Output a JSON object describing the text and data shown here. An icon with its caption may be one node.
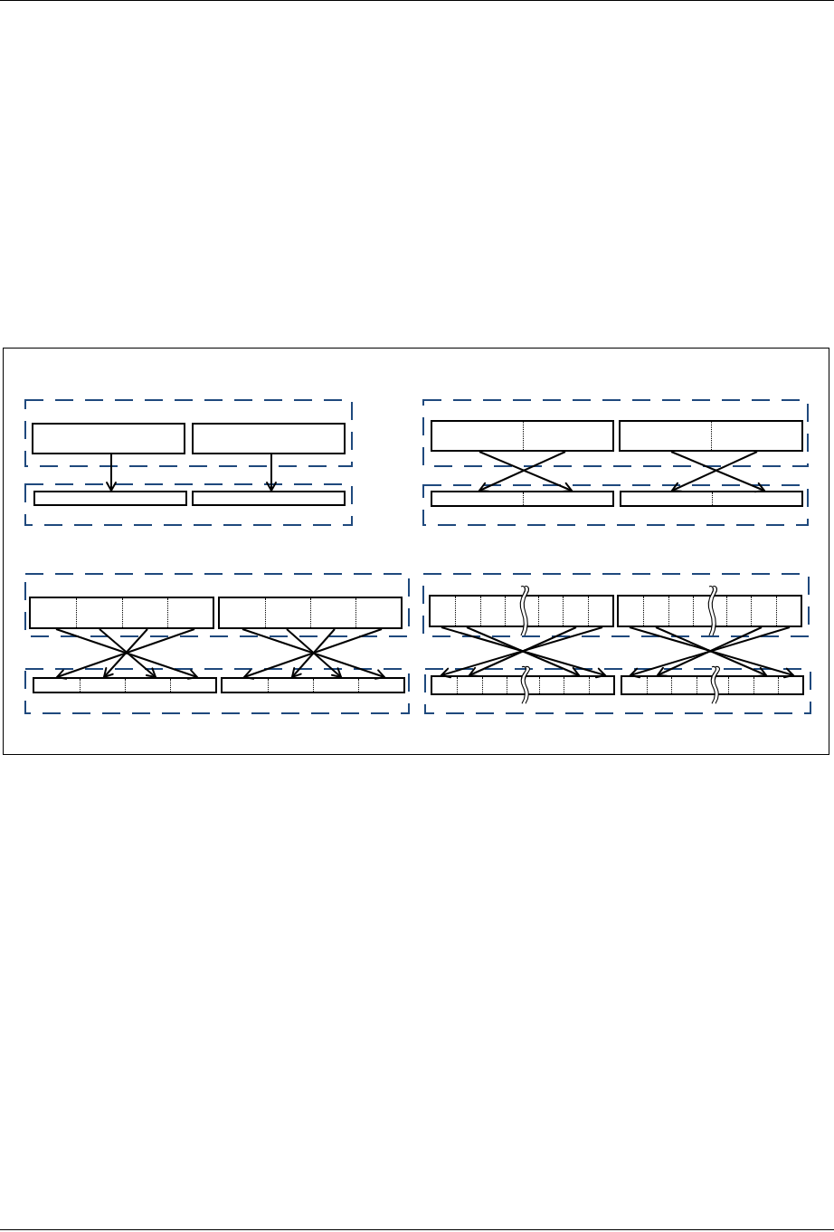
{
  "diagram": {
    "nodes": [
      {
        "text": [],
        "shape": "box"
      },
      {
        "text": [],
        "shape": "box",
        "in": 0
      },
      {
        "text": [],
        "shape": "box",
        "in": 0
      },
      {
        "text": [],
        "shape": "box"
      },
      {
        "text": [],
        "shape": "box",
        "in": 3
      },
      {
        "text": [],
        "shape": "box",
        "in": 3
      },
      {
        "text": [],
        "shape": "box"
      },
      {
        "text": [],
        "shape": "box",
        "in": 6
      },
      {
        "text": [],
        "shape": "box",
        "in": 6
      },
      {
        "text": [],
        "shape": "box"
      },
      {
        "text": [],
        "shape": "box",
        "in": 9
      },
      {
        "text": [],
        "shape": "box",
        "in": 9
      },
      {
        "text": [],
        "shape": "box"
      },
      {
        "text": [],
        "shape": "box",
        "in": 12
      },
      {
        "text": [],
        "shape": "box",
        "in": 12
      },
      {
        "text": [],
        "shape": "box"
      },
      {
        "text": [],
        "shape": "box",
        "in": 15
      },
      {
        "text": [],
        "shape": "box",
        "in": 15
      },
      {
        "text": [],
        "shape": "box"
      },
      {
        "text": [],
        "shape": "box",
        "in": 18
      },
      {
        "text": [],
        "shape": "box",
        "in": 18
      },
      {
        "text": [],
        "shape": "box"
      },
      {
        "text": [],
        "shape": "box",
        "in": 21
      },
      {
        "text": [],
        "shape": "box",
        "in": 21
      }
    ],
    "edges": [
      {
        "from": 1,
        "to": 4,
        "arrow": "to"
      },
      {
        "from": 2,
        "to": 5,
        "arrow": "to"
      },
      {
        "from": 7,
        "to": 10,
        "arrow": "to"
      },
      {
        "from": 7,
        "to": 10,
        "arrow": "to"
      },
      {
        "from": 8,
        "to": 11,
        "arrow": "to"
      },
      {
        "from": 8,
        "to": 11,
        "arrow": "to"
      },
      {
        "from": 13,
        "to": 16,
        "arrow": "to"
      },
      {
        "from": 13,
        "to": 16,
        "arrow": "to"
      },
      {
        "from": 13,
        "to": 16,
        "arrow": "to"
      },
      {
        "from": 13,
        "to": 16,
        "arrow": "to"
      },
      {
        "from": 14,
        "to": 17,
        "arrow": "to"
      },
      {
        "from": 14,
        "to": 17,
        "arrow": "to"
      },
      {
        "from": 14,
        "to": 17,
        "arrow": "to"
      },
      {
        "from": 14,
        "to": 17,
        "arrow": "to"
      },
      {
        "from": 19,
        "to": 22,
        "arrow": "to"
      },
      {
        "from": 19,
        "to": 22,
        "arrow": "to"
      },
      {
        "from": 19,
        "to": 22,
        "arrow": "to"
      },
      {
        "from": 19,
        "to": 22,
        "arrow": "to"
      },
      {
        "from": 20,
        "to": 23,
        "arrow": "to"
      },
      {
        "from": 20,
        "to": 23,
        "arrow": "to"
      },
      {
        "from": 20,
        "to": 23,
        "arrow": "to"
      },
      {
        "from": 20,
        "to": 23,
        "arrow": "to"
      }
    ]
  }
}
